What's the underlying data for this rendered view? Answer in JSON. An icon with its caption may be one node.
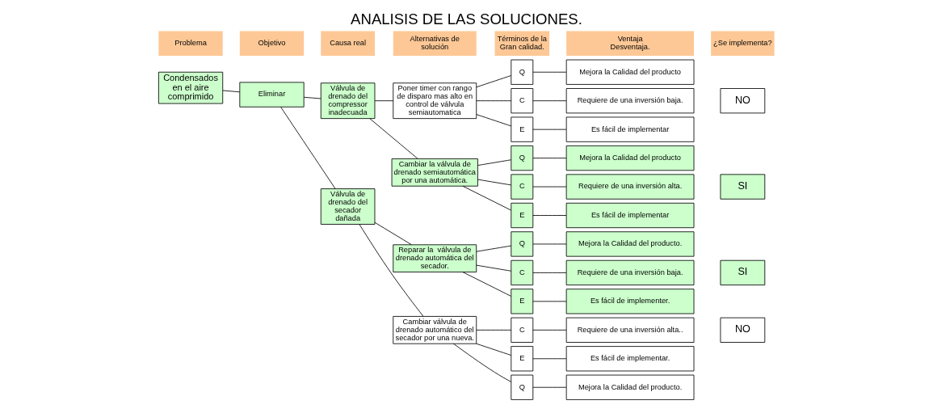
{
  "diagram": {
    "title": "ANALISIS DE LAS SOLUCIONES.",
    "nodes": [
      {
        "text": [
          "Condensados en el aire comprimido"
        ]
      },
      {
        "text": [
          "Eliminar"
        ]
      },
      {
        "text": [
          "Válvula de drenado del secador dañada"
        ]
      },
      {
        "text": [
          "Válvula de drenado del compressor inadecuada"
        ]
      },
      {
        "text": [
          "Cambiar válvula de drenado automático del secador por una nueva."
        ]
      },
      {
        "text": [
          "Reparar la  válvula de drenado automática del secador."
        ]
      },
      {
        "text": [
          "Poner timer con rango de disparo mas alto en control de válvula semiautomatica"
        ]
      },
      {
        "text": [
          "Cambiar la válvula de drenado semiautomática por una automática."
        ]
      },
      {
        "text": [
          "Q"
        ]
      },
      {
        "text": [
          "C"
        ]
      },
      {
        "text": [
          "E"
        ]
      },
      {
        "text": [
          "Q"
        ]
      },
      {
        "text": [
          "C"
        ]
      },
      {
        "text": [
          "E"
        ]
      },
      {
        "text": [
          "Q"
        ]
      },
      {
        "text": [
          "C"
        ]
      },
      {
        "text": [
          "E"
        ]
      },
      {
        "text": [
          "Q"
        ]
      },
      {
        "text": [
          "C"
        ]
      },
      {
        "text": [
          "E"
        ]
      },
      {
        "text": [
          "Mejora la Calidad del producto."
        ]
      },
      {
        "text": [
          "Requiere de una inversión alta.."
        ]
      },
      {
        "text": [
          "Es fácil de implementar."
        ]
      },
      {
        "text": [
          "Mejora la Calidad del producto."
        ]
      },
      {
        "text": [
          "Requiere de una inversión baja."
        ]
      },
      {
        "text": [
          "Es fácil de implementer."
        ]
      },
      {
        "text": [
          "Mejora la Calidad del producto"
        ]
      },
      {
        "text": [
          "Requiere de una inversión baja."
        ]
      },
      {
        "text": [
          "Es fácil de implementar"
        ]
      },
      {
        "text": [
          "Mejora la Calidad del producto"
        ]
      },
      {
        "text": [
          "Requiere de una inversión alta."
        ]
      },
      {
        "text": [
          "Es fácil de implementar"
        ]
      },
      {
        "text": [
          "NO"
        ]
      },
      {
        "text": [
          "SI"
        ]
      },
      {
        "text": [
          "NO"
        ]
      },
      {
        "text": [
          "SI"
        ]
      }
    ],
    "edges": [
      {
        "from": 0,
        "to": 1,
        "arrow": "none"
      },
      {
        "from": 1,
        "to": 2,
        "arrow": "none"
      },
      {
        "from": 1,
        "to": 3,
        "arrow": "none"
      },
      {
        "from": 2,
        "to": 4,
        "arrow": "none"
      },
      {
        "from": 2,
        "to": 5,
        "arrow": "none"
      },
      {
        "from": 3,
        "to": 6,
        "arrow": "none"
      },
      {
        "from": 3,
        "to": 7,
        "arrow": "none"
      },
      {
        "from": 4,
        "to": 8,
        "arrow": "none"
      },
      {
        "from": 4,
        "to": 9,
        "arrow": "none"
      },
      {
        "from": 4,
        "to": 10,
        "arrow": "none"
      },
      {
        "from": 5,
        "to": 11,
        "arrow": "none"
      },
      {
        "from": 5,
        "to": 12,
        "arrow": "none"
      },
      {
        "from": 5,
        "to": 13,
        "arrow": "none"
      },
      {
        "from": 6,
        "to": 14,
        "arrow": "none"
      },
      {
        "from": 6,
        "to": 15,
        "arrow": "none"
      },
      {
        "from": 6,
        "to": 16,
        "arrow": "none"
      },
      {
        "from": 7,
        "to": 17,
        "arrow": "none"
      },
      {
        "from": 7,
        "to": 18,
        "arrow": "none"
      },
      {
        "from": 7,
        "to": 19,
        "arrow": "none"
      },
      {
        "from": 8,
        "to": 20,
        "arrow": "none"
      },
      {
        "from": 9,
        "to": 21,
        "arrow": "none"
      },
      {
        "from": 10,
        "to": 22,
        "arrow": "none"
      },
      {
        "from": 11,
        "to": 23,
        "arrow": "none"
      },
      {
        "from": 12,
        "to": 24,
        "arrow": "none"
      },
      {
        "from": 13,
        "to": 25,
        "arrow": "none"
      },
      {
        "from": 14,
        "to": 26,
        "arrow": "none"
      },
      {
        "from": 15,
        "to": 27,
        "arrow": "none"
      },
      {
        "from": 16,
        "to": 28,
        "arrow": "none"
      },
      {
        "from": 17,
        "to": 29,
        "arrow": "none"
      },
      {
        "from": 18,
        "to": 30,
        "arrow": "none"
      },
      {
        "from": 19,
        "to": 31,
        "arrow": "none"
      }
    ],
    "labels": [
      "Problema",
      "Objetivo",
      "Causa real",
      "Alternativas de solución",
      "Términos de la Gran calidad.",
      "Ventaja Desventaja.",
      "¿Se implementa?"
    ]
  }
}
